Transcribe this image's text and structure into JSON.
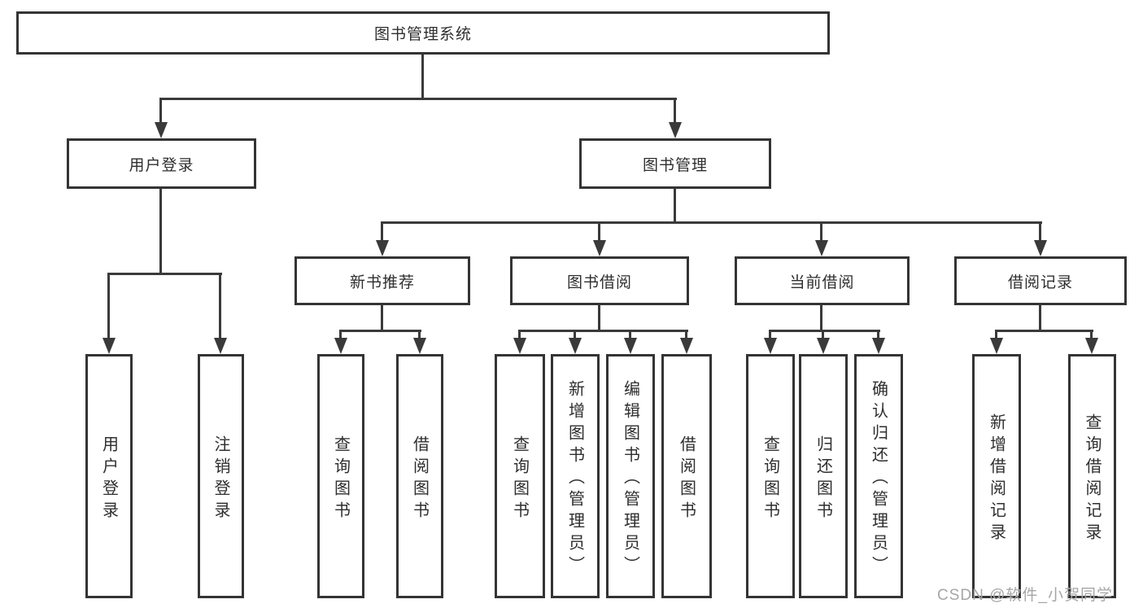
{
  "tree": {
    "root": "图书管理系统",
    "children": [
      {
        "label": "用户登录",
        "children": [
          {
            "label": "用户登录"
          },
          {
            "label": "注销登录"
          }
        ]
      },
      {
        "label": "图书管理",
        "children": [
          {
            "label": "新书推荐",
            "children": [
              {
                "label": "查询图书"
              },
              {
                "label": "借阅图书"
              }
            ]
          },
          {
            "label": "图书借阅",
            "children": [
              {
                "label": "查询图书"
              },
              {
                "label": "新增图书（管理员）"
              },
              {
                "label": "编辑图书（管理员）"
              },
              {
                "label": "借阅图书"
              }
            ]
          },
          {
            "label": "当前借阅",
            "children": [
              {
                "label": "查询图书"
              },
              {
                "label": "归还图书"
              },
              {
                "label": "确认归还（管理员）"
              }
            ]
          },
          {
            "label": "借阅记录",
            "children": [
              {
                "label": "新增借阅记录"
              },
              {
                "label": "查询借阅记录"
              }
            ]
          }
        ]
      }
    ]
  },
  "watermark": {
    "text": "CSDN @软件_小贺同学"
  },
  "colors": {
    "line": "#3a3a3a",
    "box_border": "#343434",
    "text": "#2e2e2e",
    "watermark_text": "#a6a6a8",
    "background": "#ffffff"
  }
}
